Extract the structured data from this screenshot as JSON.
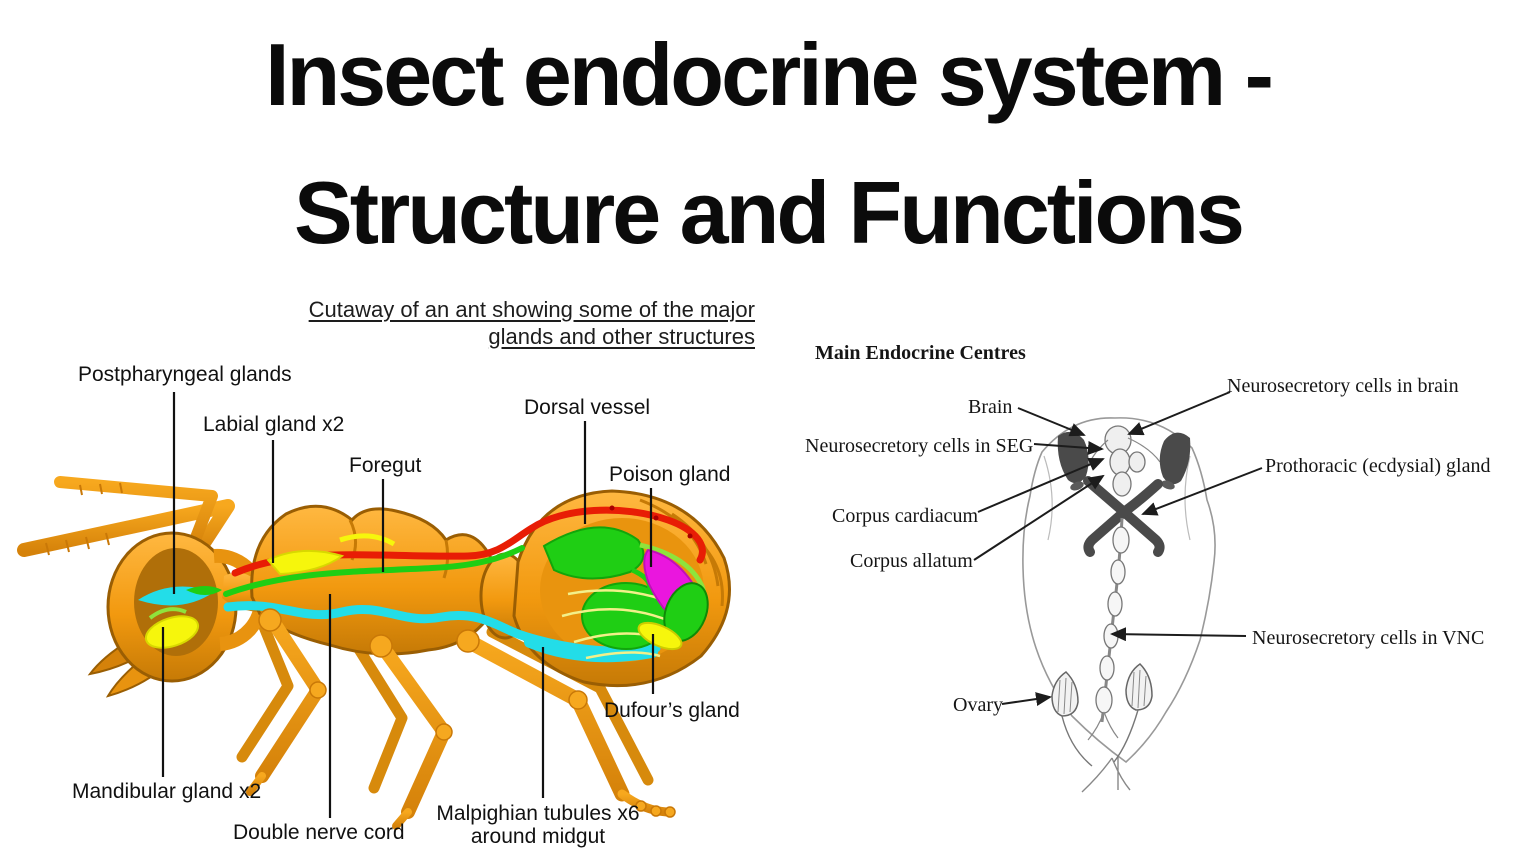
{
  "title": {
    "line1": "Insect endocrine system -",
    "line2": "Structure and Functions"
  },
  "left_diagram": {
    "caption_line1": "Cutaway of an ant showing some of the major",
    "caption_line2": "glands and other structures",
    "labels": {
      "postpharyngeal": "Postpharyngeal glands",
      "labial": "Labial gland x2",
      "foregut": "Foregut",
      "dorsal_vessel": "Dorsal vessel",
      "poison_gland": "Poison gland",
      "dufours_gland": "Dufour’s gland",
      "mandibular": "Mandibular gland x2",
      "double_nerve_cord": "Double nerve cord",
      "malpighian_line1": "Malpighian tubules x6",
      "malpighian_line2": "around midgut"
    },
    "colors": {
      "body_orange": "#F2990F",
      "body_light": "#FFB841",
      "body_dark": "#C67A06",
      "dorsal_vessel_red": "#E81D05",
      "gut_green": "#1FCE14",
      "nerve_cord_cyan": "#23DDE8",
      "poison_magenta": "#EA16DE",
      "gland_yellow": "#F6F60C"
    }
  },
  "right_diagram": {
    "title": "Main Endocrine Centres",
    "labels": {
      "brain": "Brain",
      "ns_brain": "Neurosecretory cells in brain",
      "ns_seg": "Neurosecretory cells in SEG",
      "prothoracic": "Prothoracic (ecdysial) gland",
      "corpus_cardiacum": "Corpus cardiacum",
      "corpus_allatum": "Corpus allatum",
      "ns_vnc": "Neurosecretory cells in VNC",
      "ovary": "Ovary"
    },
    "ink_color": "#4a4a4a"
  }
}
